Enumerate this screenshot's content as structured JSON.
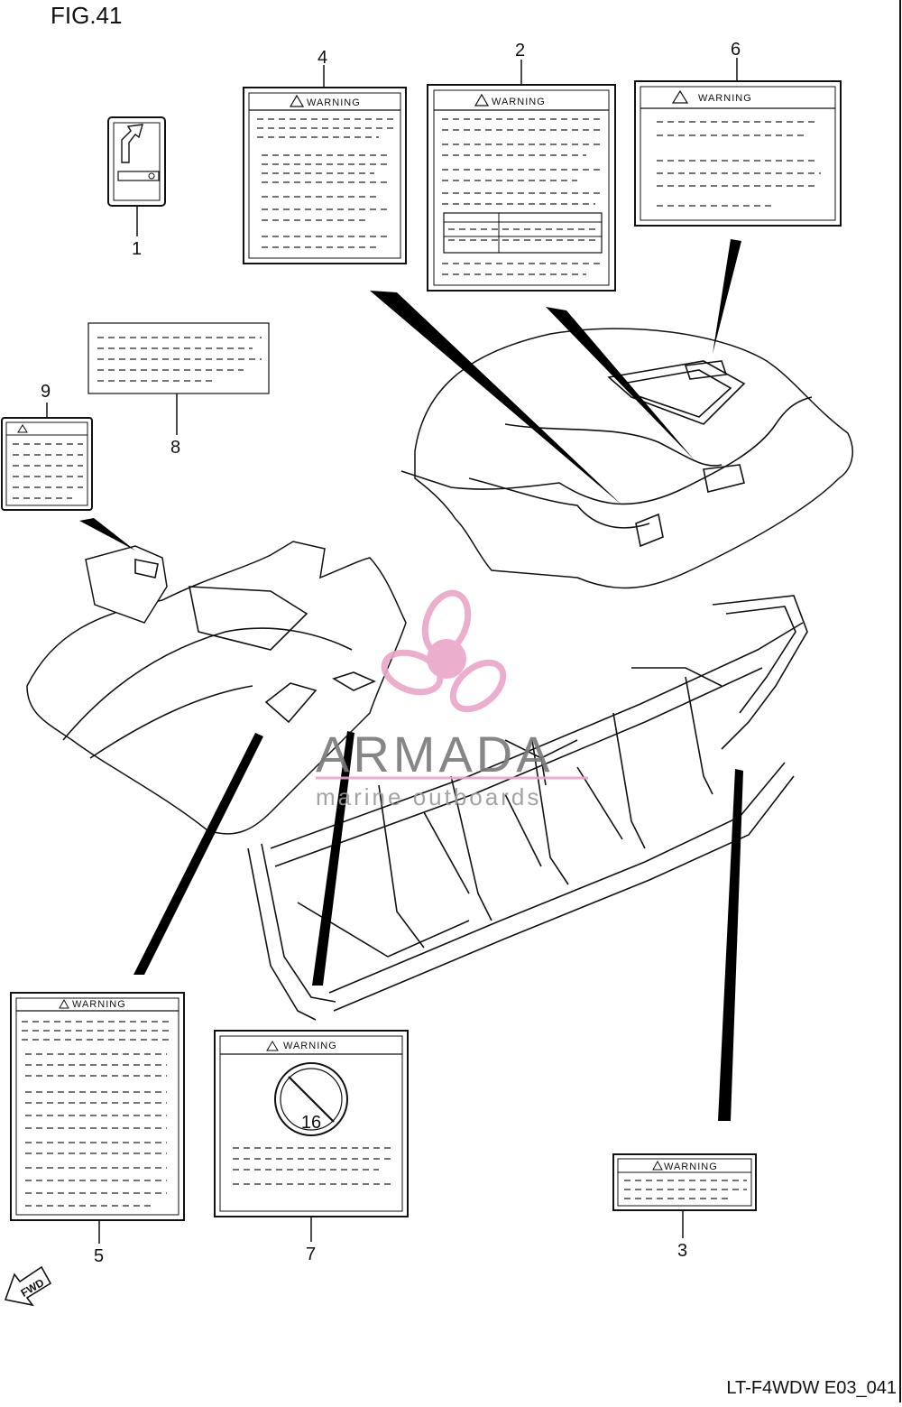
{
  "figure": {
    "title": "FIG.41",
    "code": "LT-F4WDW E03_041"
  },
  "warning_text": "WARNING",
  "callouts": [
    "1",
    "2",
    "3",
    "4",
    "5",
    "6",
    "7",
    "8",
    "9"
  ],
  "direction_label": "FWD",
  "age_badge": {
    "text": "16"
  },
  "watermark": {
    "brand": "ARMADA",
    "tagline": "marine outboards",
    "accent_color": "#e9a6c8"
  },
  "colors": {
    "line": "#111111",
    "background": "#ffffff"
  }
}
